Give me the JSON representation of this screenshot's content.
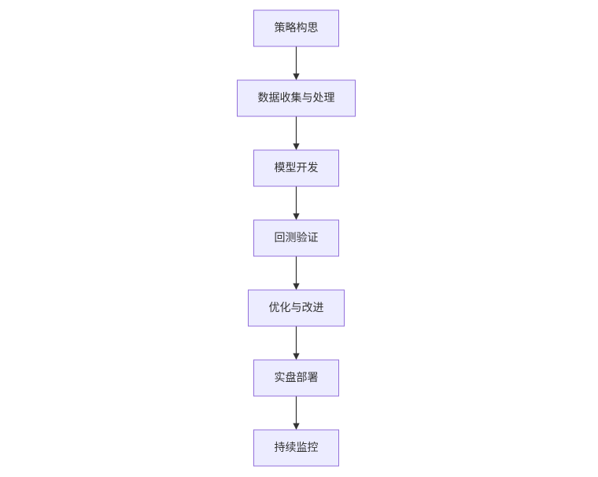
{
  "diagram": {
    "type": "flowchart",
    "direction": "top-to-bottom",
    "colors": {
      "node_fill": "#ececff",
      "node_border": "#9370db",
      "text": "#333333",
      "edge": "#333333"
    },
    "nodes": [
      {
        "id": "n1",
        "label": "策略构思"
      },
      {
        "id": "n2",
        "label": "数据收集与处理"
      },
      {
        "id": "n3",
        "label": "模型开发"
      },
      {
        "id": "n4",
        "label": "回测验证"
      },
      {
        "id": "n5",
        "label": "优化与改进"
      },
      {
        "id": "n6",
        "label": "实盘部署"
      },
      {
        "id": "n7",
        "label": "持续监控"
      }
    ],
    "edges": [
      {
        "from": "n1",
        "to": "n2"
      },
      {
        "from": "n2",
        "to": "n3"
      },
      {
        "from": "n3",
        "to": "n4"
      },
      {
        "from": "n4",
        "to": "n5"
      },
      {
        "from": "n5",
        "to": "n6"
      },
      {
        "from": "n6",
        "to": "n7"
      }
    ]
  }
}
